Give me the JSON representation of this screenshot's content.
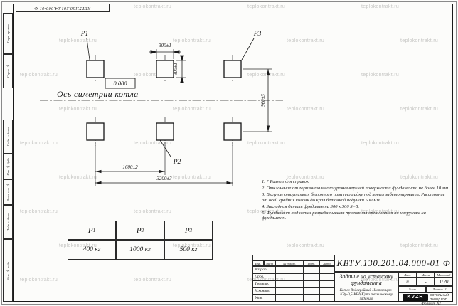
{
  "sheet": {
    "doc_number_top": "КВТУ.130.201.04.000-01 Ф",
    "format_label": "Формат А3",
    "watermark_text": "teplokontrakt.ru"
  },
  "frame_left": {
    "items": [
      "Перв. примен.",
      "Справ. №",
      "Подп. и дата",
      "Инв. № дубл.",
      "Взам. инв. №",
      "Подп. и дата",
      "Инв. № подл."
    ]
  },
  "drawing": {
    "label_p1": "Р1",
    "label_p2": "Р2",
    "label_p3": "Р3",
    "elevation": "0.000",
    "axis_label": "Ось симетрии котла",
    "dim_pad_width": "300±1",
    "dim_pad_height": "300±1",
    "dim_row_spacing": "960±3",
    "dim_col_spacing": "1600±2",
    "dim_total_length": "3200±3"
  },
  "notes": {
    "items": [
      "1. * Размер для справок.",
      "2. Отклонение от горизонтального уровня верхней поверхности фундамента не более 10 мм.",
      "3. В случае отсутствия бетонного пола площадку под котел забетонировать. Расстояние от осей крайних колонн до края бетонной подушки 500 мм.",
      "4. Закладная деталь фундамента 300 х 300 S=8.",
      "5. Фундамент под котел разрабатывает проектная организация по нагрузкам на фундамент."
    ]
  },
  "load_table": {
    "headers": [
      {
        "sym": "Р",
        "sub": "1"
      },
      {
        "sym": "Р",
        "sub": "2"
      },
      {
        "sym": "Р",
        "sub": "3"
      }
    ],
    "values": [
      "400 кг",
      "1000 кг",
      "500 кг"
    ]
  },
  "title_block": {
    "doc_number": "КВТУ.130.201.04.000-01 Ф",
    "col_izm": "Изм.",
    "col_list": "Лист",
    "col_doc": "№ докум.",
    "col_sign": "Подп.",
    "col_date": "Дата",
    "row_razrab": "Разраб.",
    "row_prov": "Пров.",
    "row_tkontr": "Т.контр.",
    "row_nkontr": "Н.контр.",
    "row_utv": "Утв.",
    "title": "Задание на установку фундамента",
    "product": "Котел Водогрейный Неаткрафт-КВр-0,5-КВд(К) по техническому заданию",
    "lit_label": "Лит.",
    "mass_label": "Масса",
    "scale_label": "Масштаб",
    "lit_value": "и",
    "mass_value": "-",
    "scale_value": "1:20",
    "sheet_label": "Лист",
    "sheets_label": "Листов",
    "sheets_value": "1",
    "logo_text": "KVZR",
    "logo_caption_1": "КОТЕЛЬНЫЙ",
    "logo_caption_2": "ЗАВОД РЭП"
  }
}
